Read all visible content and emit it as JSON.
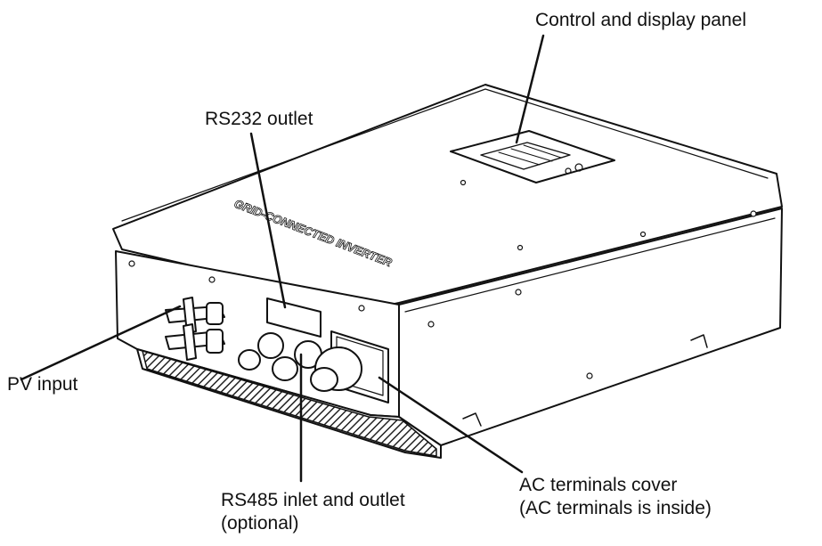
{
  "device": {
    "body_text": "GRID-CONNECTED INVERTER"
  },
  "labels": {
    "control_panel": "Control and display panel",
    "rs232": "RS232 outlet",
    "pv_input": "PV input",
    "rs485_line1": "RS485 inlet and outlet",
    "rs485_line2": "(optional)",
    "ac_line1": "AC terminals cover",
    "ac_line2": "(AC terminals is inside)"
  },
  "colors": {
    "line": "#111111",
    "shade": "#dcdcdc",
    "background": "#ffffff"
  }
}
